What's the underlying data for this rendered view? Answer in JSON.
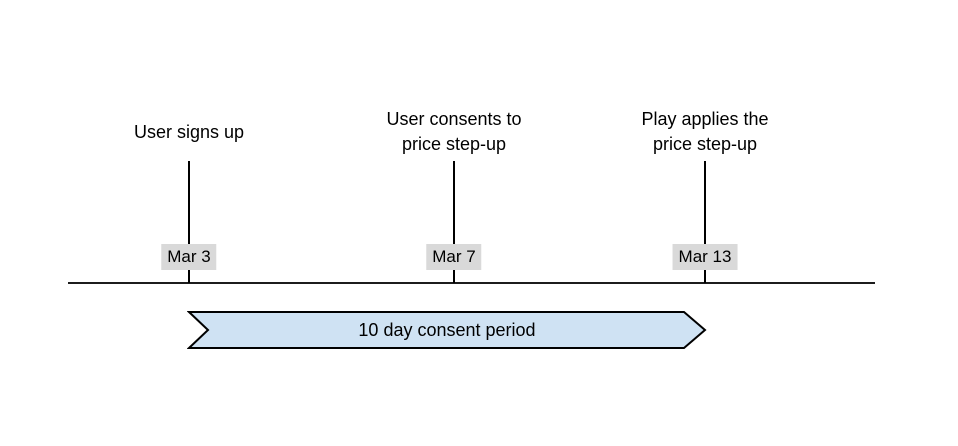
{
  "diagram": {
    "type": "timeline",
    "events": [
      {
        "id": "user-signs-up",
        "label": "User signs up",
        "date": "Mar 3"
      },
      {
        "id": "user-consents",
        "label": "User consents to\nprice step-up",
        "date": "Mar 7"
      },
      {
        "id": "play-applies-step-up",
        "label": "Play applies the\nprice step-up",
        "date": "Mar 13"
      }
    ],
    "banner": {
      "label": "10 day consent period"
    },
    "colors": {
      "background": "#ffffff",
      "timeline_line": "#1c1c1c",
      "tick_line": "#000000",
      "date_chip_bg": "#d9d9d9",
      "banner_fill": "#cfe2f3",
      "banner_stroke": "#000000",
      "text": "#000000"
    }
  }
}
